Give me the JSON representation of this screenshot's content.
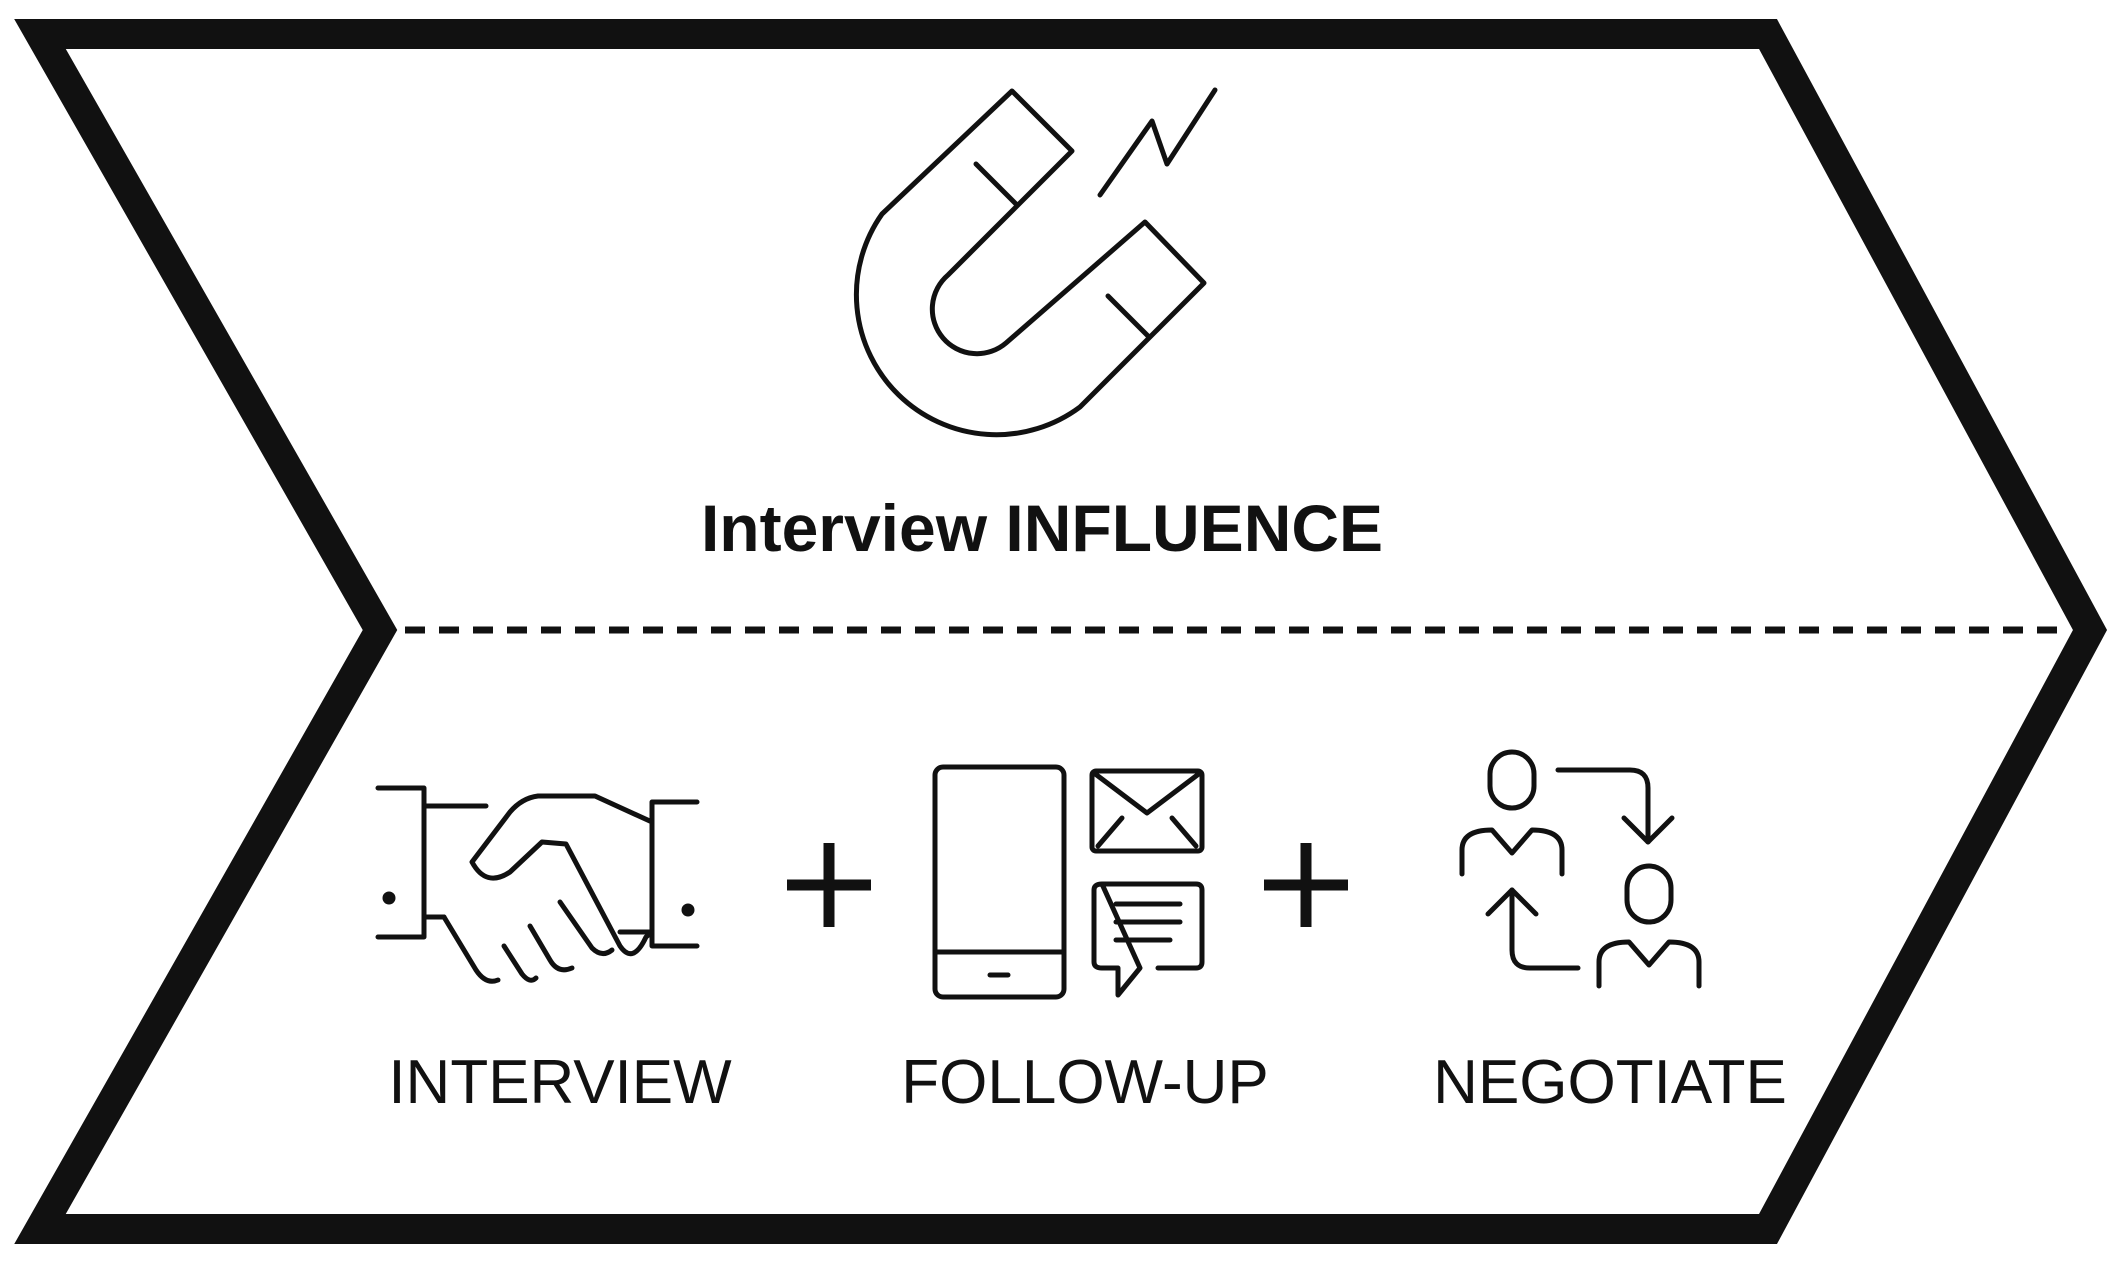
{
  "title": "Interview INFLUENCE",
  "steps": [
    {
      "label": "INTERVIEW",
      "icon": "handshake-icon"
    },
    {
      "label": "FOLLOW-UP",
      "icon": "phone-message-icon"
    },
    {
      "label": "NEGOTIATE",
      "icon": "people-exchange-icon"
    }
  ],
  "connector": "+",
  "icons": {
    "header": "magnet-icon"
  },
  "colors": {
    "stroke": "#111111",
    "background": "#ffffff"
  }
}
